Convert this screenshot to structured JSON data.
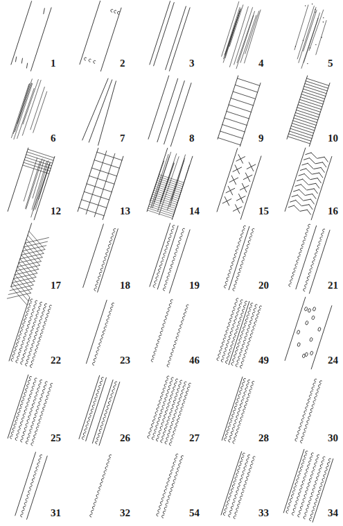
{
  "diagram": {
    "labels": [
      "1",
      "2",
      "3",
      "4",
      "5",
      "6",
      "7",
      "8",
      "9",
      "10",
      "12",
      "13",
      "14",
      "15",
      "16",
      "17",
      "18",
      "19",
      "20",
      "21",
      "22",
      "23",
      "46",
      "49",
      "24",
      "25",
      "26",
      "27",
      "28",
      "30",
      "31",
      "32",
      "54",
      "33",
      "34"
    ]
  }
}
